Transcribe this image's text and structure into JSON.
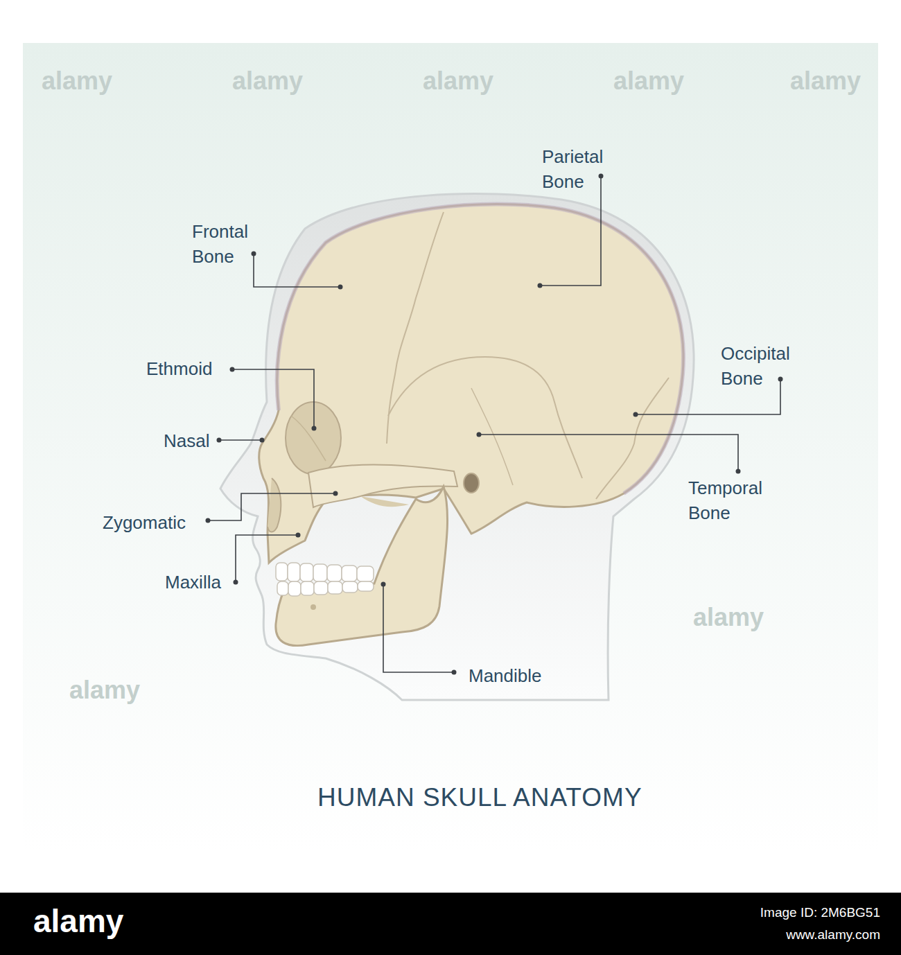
{
  "diagram": {
    "title": "HUMAN SKULL ANATOMY",
    "labels": [
      "Parietal Bone",
      "Frontal Bone",
      "Ethmoid",
      "Nasal",
      "Occipital Bone",
      "Temporal Bone",
      "Zygomatic",
      "Maxilla",
      "Mandible",
      "alamy",
      "alamy",
      "alamy",
      "alamy",
      "alamy",
      "alamy",
      "alamy",
      "alamy",
      "Image ID: 2M6BG51",
      "www.alamy.com"
    ]
  }
}
